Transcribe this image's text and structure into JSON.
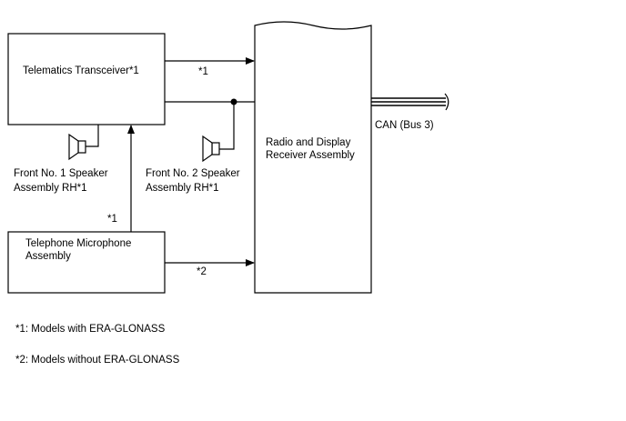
{
  "blocks": {
    "telematics": "Telematics Transceiver*1",
    "microphone": [
      "Telephone Microphone",
      "Assembly"
    ],
    "radio": [
      "Radio and Display",
      "Receiver Assembly"
    ]
  },
  "speakers": {
    "front1": [
      "Front No. 1 Speaker",
      "Assembly RH*1"
    ],
    "front2": [
      "Front No. 2 Speaker",
      "Assembly RH*1"
    ]
  },
  "connections": {
    "telematics_to_radio": "*1",
    "mic_to_telematics": "*1",
    "mic_to_radio": "*2",
    "can_bus": "CAN (Bus 3)"
  },
  "notes": [
    "*1: Models with ERA-GLONASS",
    "*2: Models without ERA-GLONASS"
  ]
}
